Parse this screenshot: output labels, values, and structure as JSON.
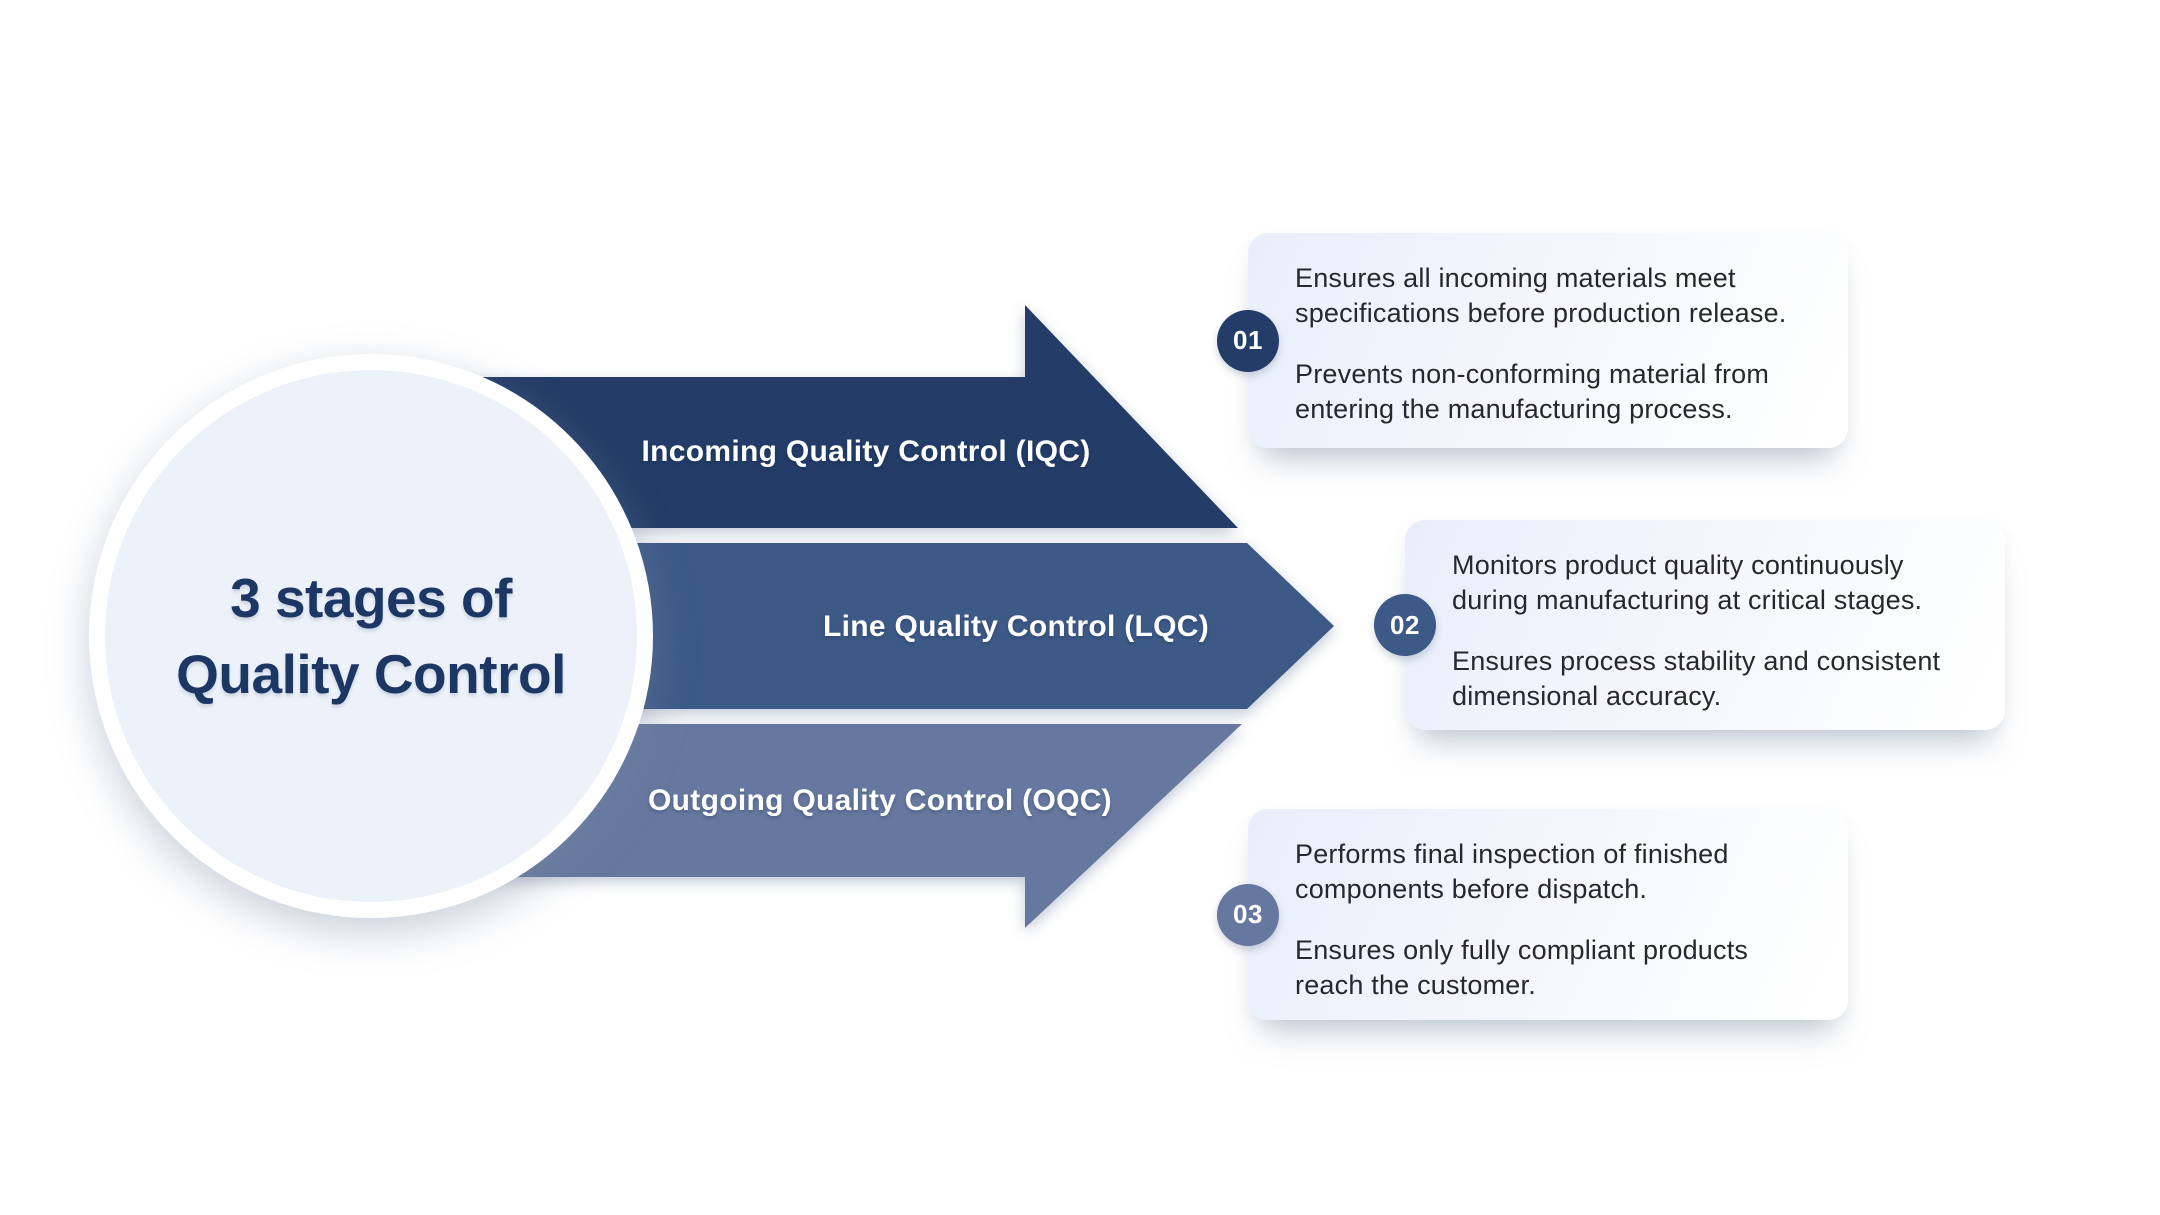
{
  "title": {
    "line1": "3 stages of",
    "line2": "Quality Control"
  },
  "colors": {
    "title_text": "#1d3765",
    "card_text": "#26282e",
    "card_background_tint": "#e9eefa",
    "circle_fill": "#edf2fa"
  },
  "stages": [
    {
      "number": "01",
      "label": "Incoming Quality Control (IQC)",
      "color": "#233d68",
      "paragraphs": [
        "Ensures all incoming materials meet specifications before production release.",
        "Prevents non-conforming material from entering the manufacturing process."
      ]
    },
    {
      "number": "02",
      "label": "Line Quality Control (LQC)",
      "color": "#3d5a87",
      "paragraphs": [
        "Monitors product quality continuously during manufacturing at critical stages.",
        "Ensures process stability and consistent dimensional accuracy."
      ]
    },
    {
      "number": "03",
      "label": "Outgoing Quality Control (OQC)",
      "color": "#66789f",
      "paragraphs": [
        "Performs final inspection of finished components before dispatch.",
        "Ensures only fully compliant products reach the customer."
      ]
    }
  ]
}
